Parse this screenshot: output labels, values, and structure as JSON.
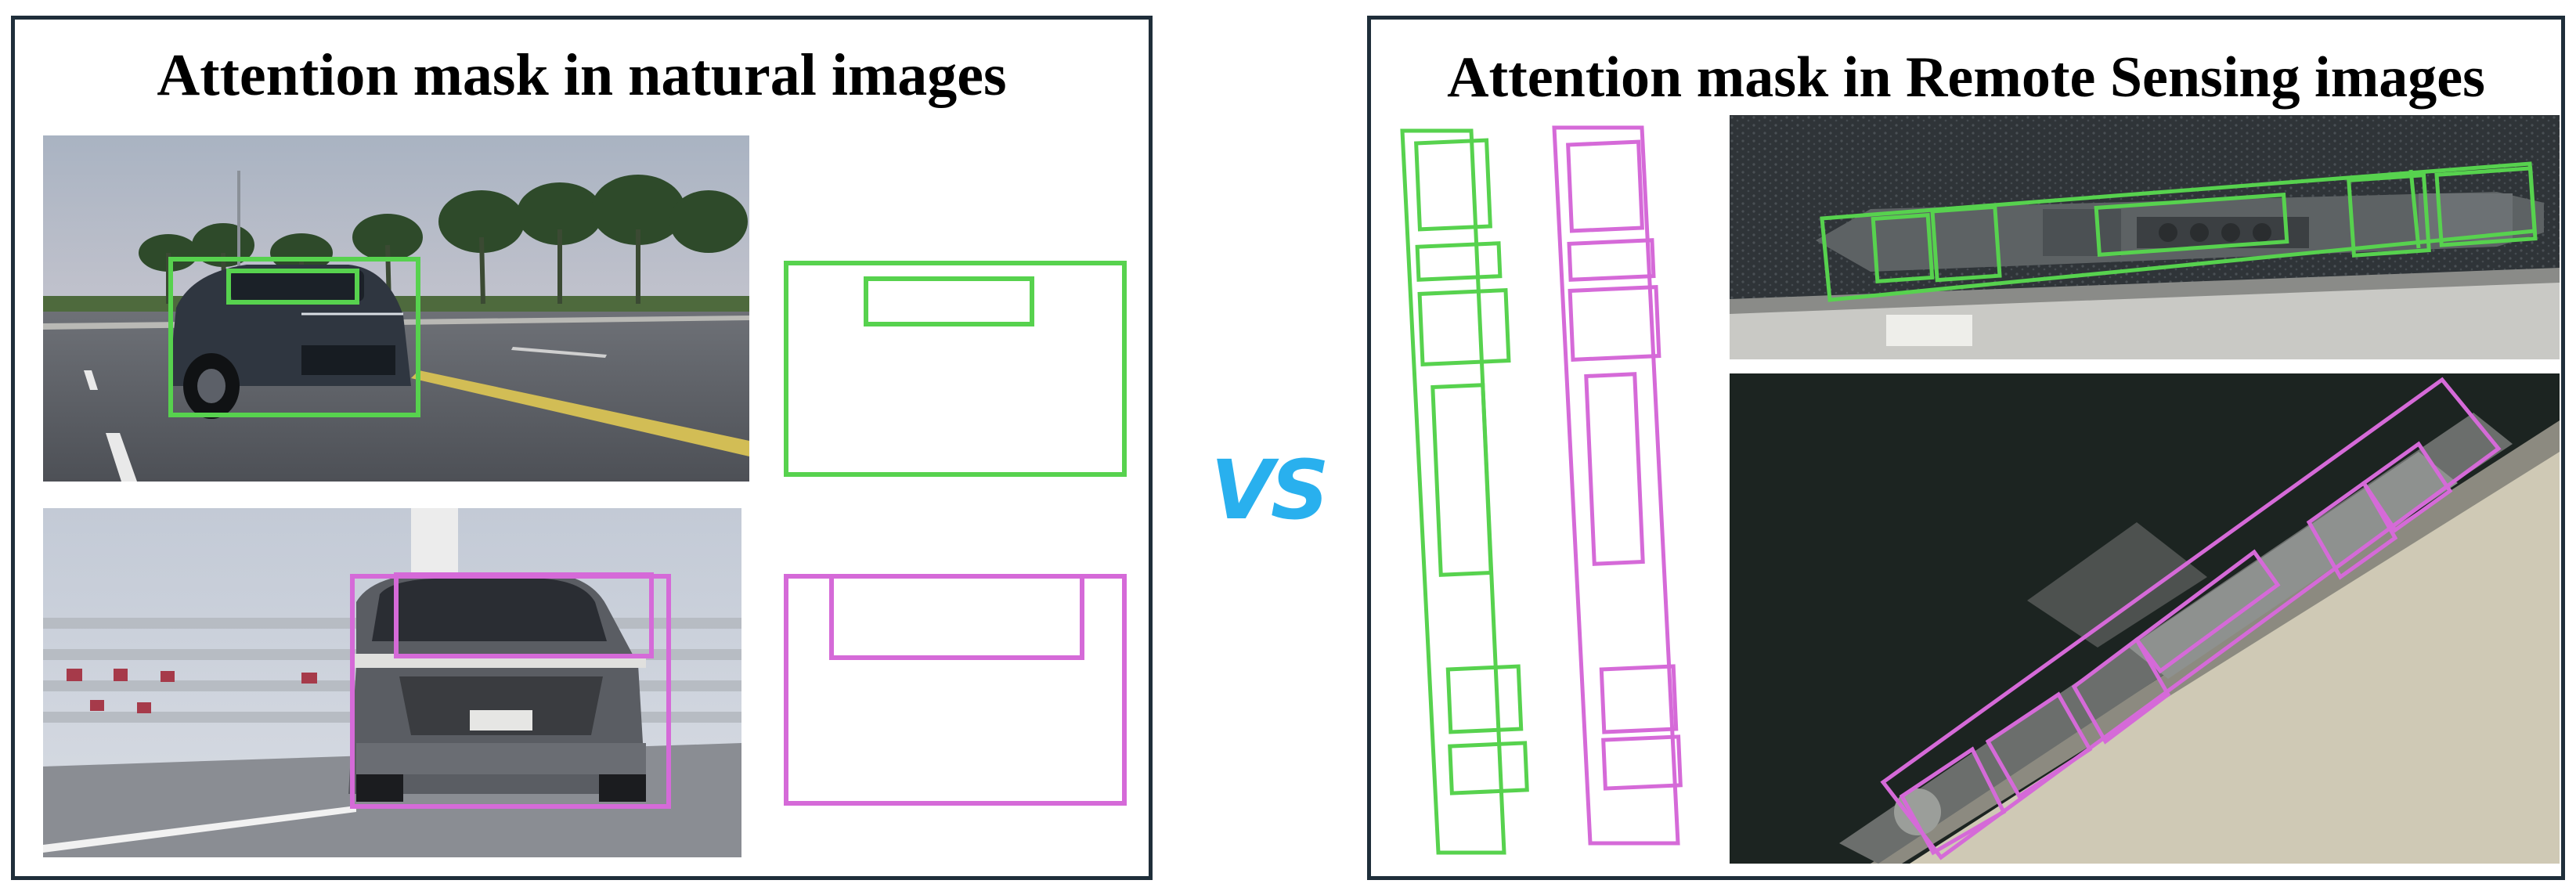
{
  "left_panel": {
    "title": "Attention mask in natural images"
  },
  "right_panel": {
    "title": "Attention mask in Remote Sensing images"
  },
  "separator": "VS",
  "colors": {
    "green_mask": "#57d24e",
    "magenta_mask": "#d56ad8",
    "vs_blue": "#29b0ee",
    "border": "#1f2e3a"
  }
}
